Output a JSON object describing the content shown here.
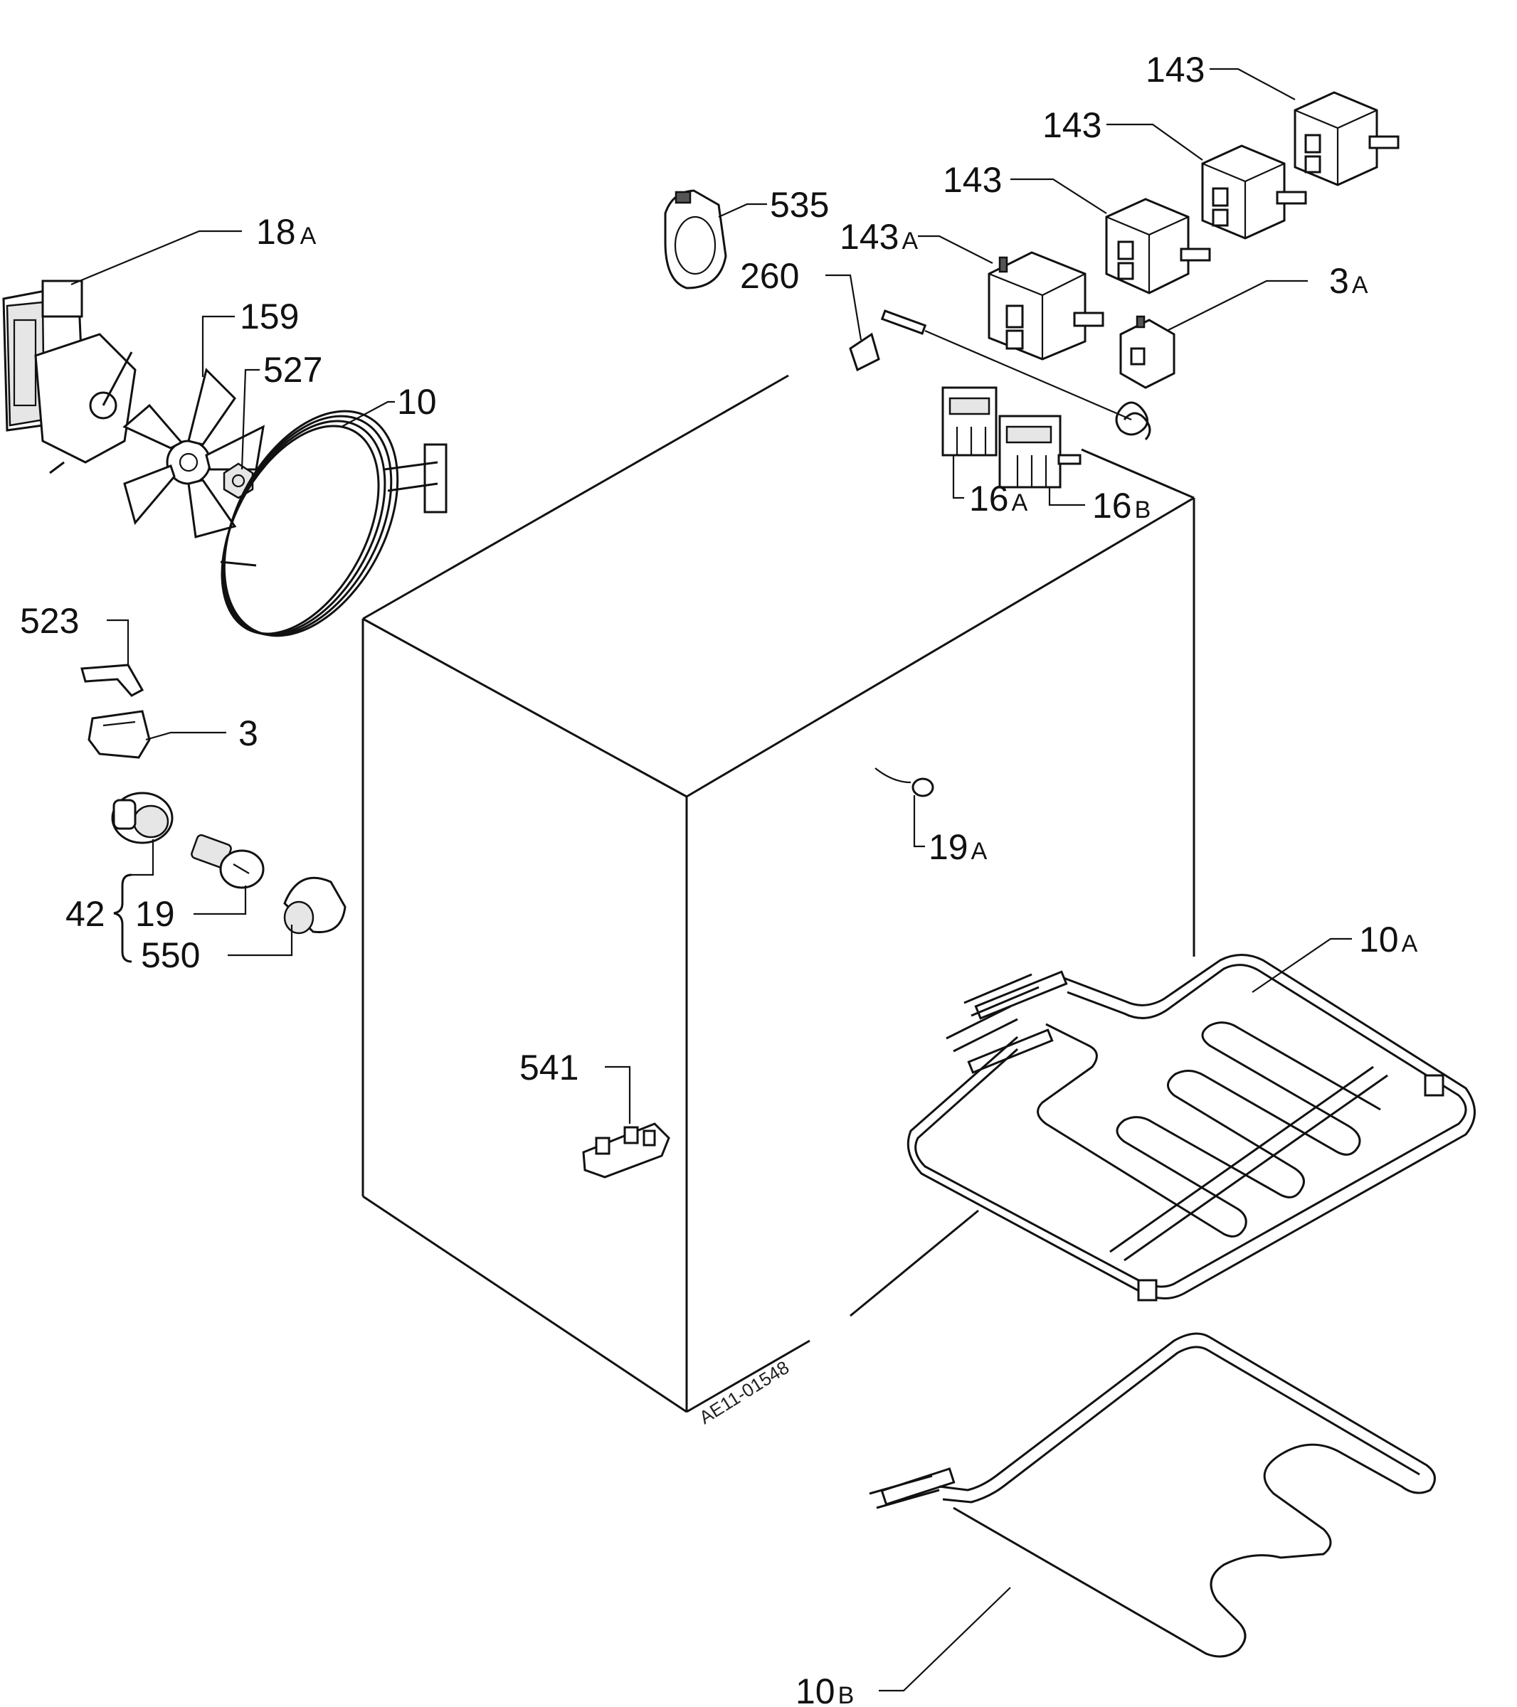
{
  "parts": [
    {
      "id": "p18a",
      "num": "18",
      "suffix": "A"
    },
    {
      "id": "p159",
      "num": "159",
      "suffix": ""
    },
    {
      "id": "p527",
      "num": "527",
      "suffix": ""
    },
    {
      "id": "p10",
      "num": "10",
      "suffix": ""
    },
    {
      "id": "p523",
      "num": "523",
      "suffix": ""
    },
    {
      "id": "p3",
      "num": "3",
      "suffix": ""
    },
    {
      "id": "p42",
      "num": "42",
      "suffix": ""
    },
    {
      "id": "p19",
      "num": "19",
      "suffix": ""
    },
    {
      "id": "p550",
      "num": "550",
      "suffix": ""
    },
    {
      "id": "p535",
      "num": "535",
      "suffix": ""
    },
    {
      "id": "p260",
      "num": "260",
      "suffix": ""
    },
    {
      "id": "p143c",
      "num": "143",
      "suffix": ""
    },
    {
      "id": "p143b",
      "num": "143",
      "suffix": ""
    },
    {
      "id": "p143a_",
      "num": "143",
      "suffix": ""
    },
    {
      "id": "p143A",
      "num": "143",
      "suffix": "A"
    },
    {
      "id": "p3a",
      "num": "3",
      "suffix": "A"
    },
    {
      "id": "p16a",
      "num": "16",
      "suffix": "A"
    },
    {
      "id": "p16b",
      "num": "16",
      "suffix": "B"
    },
    {
      "id": "p19a",
      "num": "19",
      "suffix": "A"
    },
    {
      "id": "p541",
      "num": "541",
      "suffix": ""
    },
    {
      "id": "p10a",
      "num": "10",
      "suffix": "A"
    },
    {
      "id": "p10b",
      "num": "10",
      "suffix": "B"
    }
  ],
  "drawing_ref": "AE11-01548",
  "colors": {
    "line": "#111111",
    "background": "#ffffff"
  }
}
